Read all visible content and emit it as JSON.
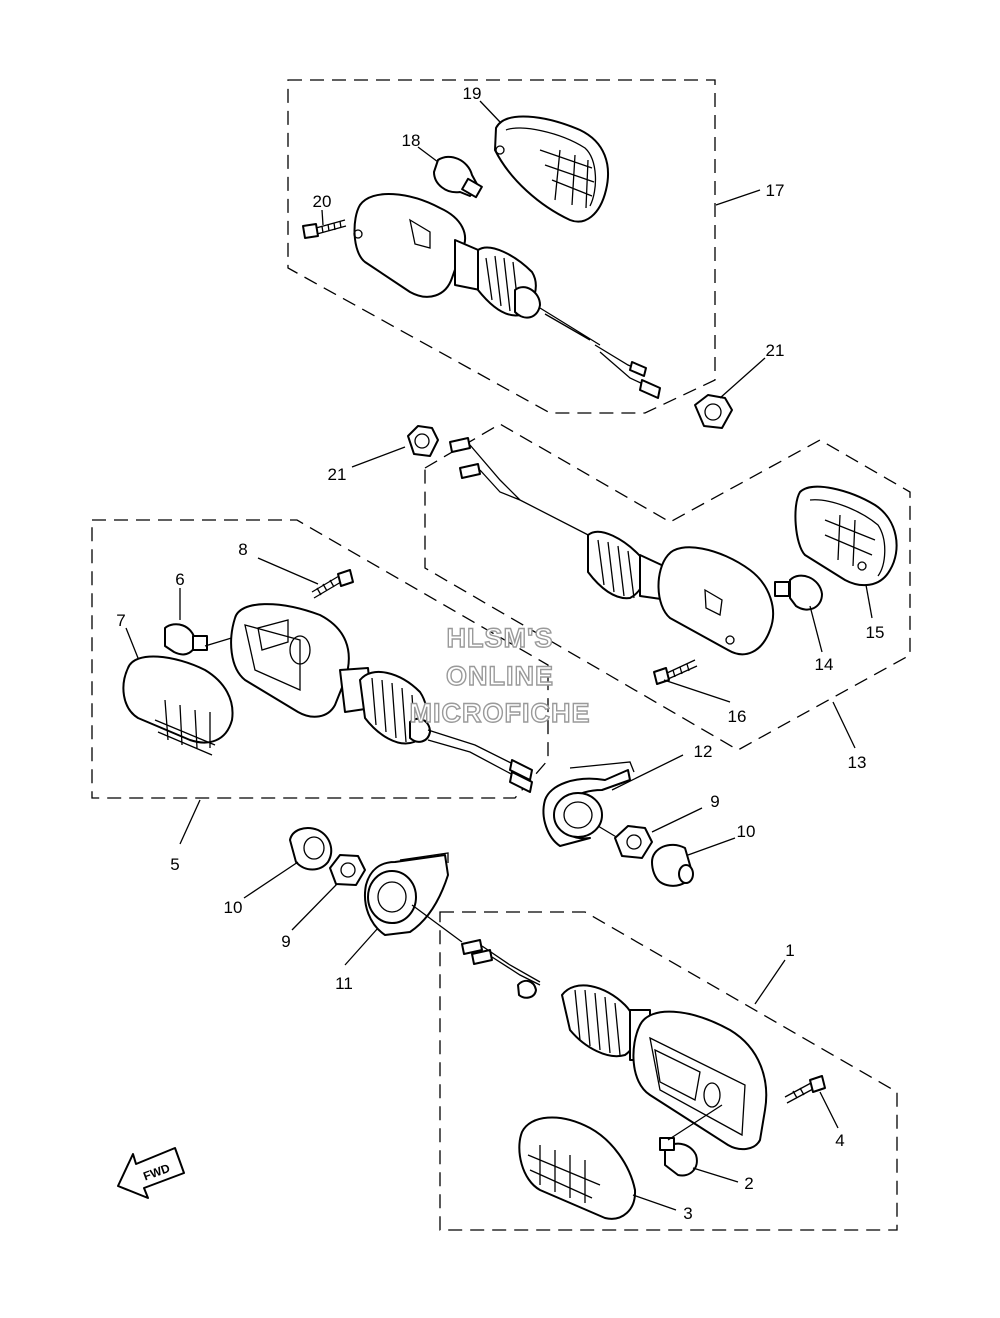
{
  "watermark": {
    "line1": "HLSM'S",
    "line2": "ONLINE",
    "line3": "MICROFICHE"
  },
  "direction_label": "FWD",
  "callouts": [
    {
      "id": "c1",
      "label": "1"
    },
    {
      "id": "c2",
      "label": "2"
    },
    {
      "id": "c3",
      "label": "3"
    },
    {
      "id": "c4",
      "label": "4"
    },
    {
      "id": "c5",
      "label": "5"
    },
    {
      "id": "c6",
      "label": "6"
    },
    {
      "id": "c7",
      "label": "7"
    },
    {
      "id": "c8",
      "label": "8"
    },
    {
      "id": "c9a",
      "label": "9"
    },
    {
      "id": "c9b",
      "label": "9"
    },
    {
      "id": "c10a",
      "label": "10"
    },
    {
      "id": "c10b",
      "label": "10"
    },
    {
      "id": "c11",
      "label": "11"
    },
    {
      "id": "c12",
      "label": "12"
    },
    {
      "id": "c13",
      "label": "13"
    },
    {
      "id": "c14",
      "label": "14"
    },
    {
      "id": "c15",
      "label": "15"
    },
    {
      "id": "c16",
      "label": "16"
    },
    {
      "id": "c17",
      "label": "17"
    },
    {
      "id": "c18",
      "label": "18"
    },
    {
      "id": "c19",
      "label": "19"
    },
    {
      "id": "c20",
      "label": "20"
    },
    {
      "id": "c21a",
      "label": "21"
    },
    {
      "id": "c21b",
      "label": "21"
    }
  ]
}
